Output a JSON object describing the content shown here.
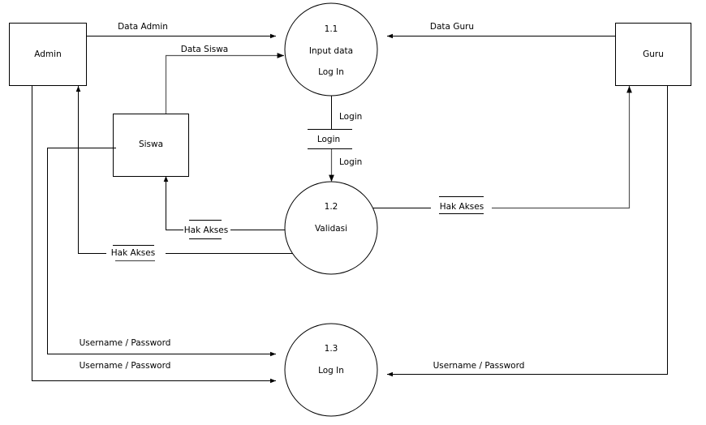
{
  "entities": {
    "admin": "Admin",
    "siswa": "Siswa",
    "guru": "Guru"
  },
  "processes": {
    "p1": {
      "number": "1.1",
      "line1": "Input data",
      "line2": "Log In"
    },
    "p2": {
      "number": "1.2",
      "label": "Validasi"
    },
    "p3": {
      "number": "1.3",
      "label": "Log In"
    }
  },
  "datastores": {
    "login": "Login",
    "hak_akses_siswa": "Hak Akses",
    "hak_akses_admin": "Hak Akses",
    "hak_akses_guru": "Hak Akses"
  },
  "flows": {
    "data_admin": "Data Admin",
    "data_siswa": "Data Siswa",
    "data_guru": "Data Guru",
    "login_out": "Login",
    "login_in": "Login",
    "siswa_userpass": "Username / Password",
    "admin_userpass": "Username / Password",
    "guru_userpass": "Username / Password"
  }
}
